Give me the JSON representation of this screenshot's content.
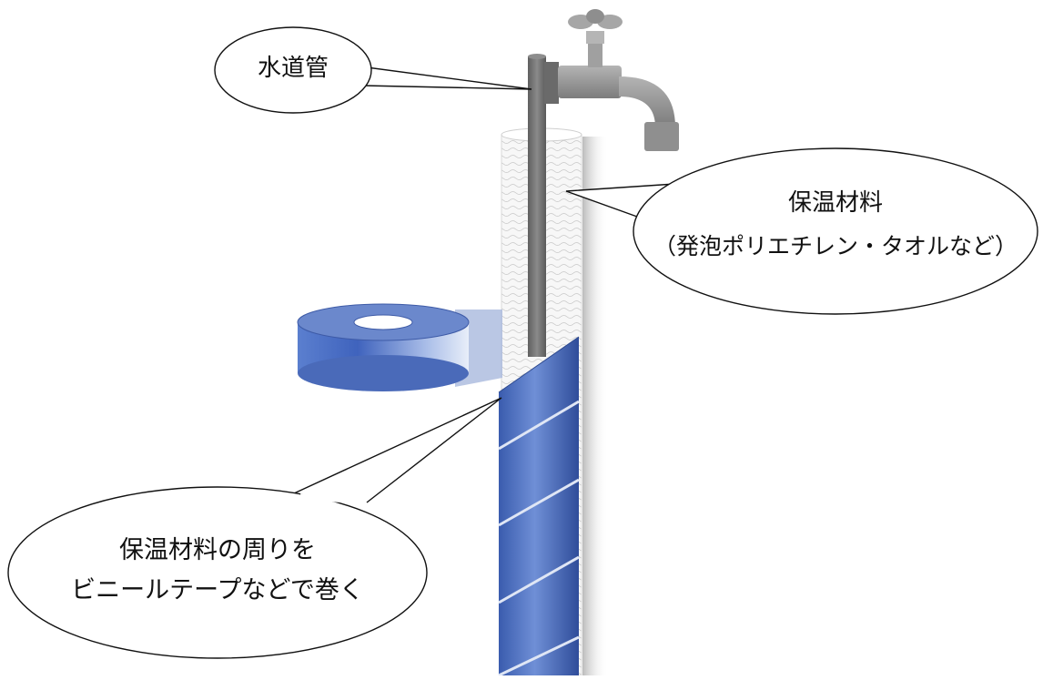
{
  "callouts": {
    "pipe": {
      "text": "水道管"
    },
    "insulation": {
      "title": "保温材料",
      "detail": "（発泡ポリエチレン・タオルなど）"
    },
    "tape_instruction": {
      "line1": "保温材料の周りを",
      "line2": "ビニールテープなどで巻く"
    }
  },
  "colors": {
    "tape_blue": "#4a6fc7",
    "tape_light": "#b9c9ea",
    "pipe_gray": "#777777",
    "faucet_gray": "#999999",
    "insulation_white": "#f4f4f4"
  }
}
